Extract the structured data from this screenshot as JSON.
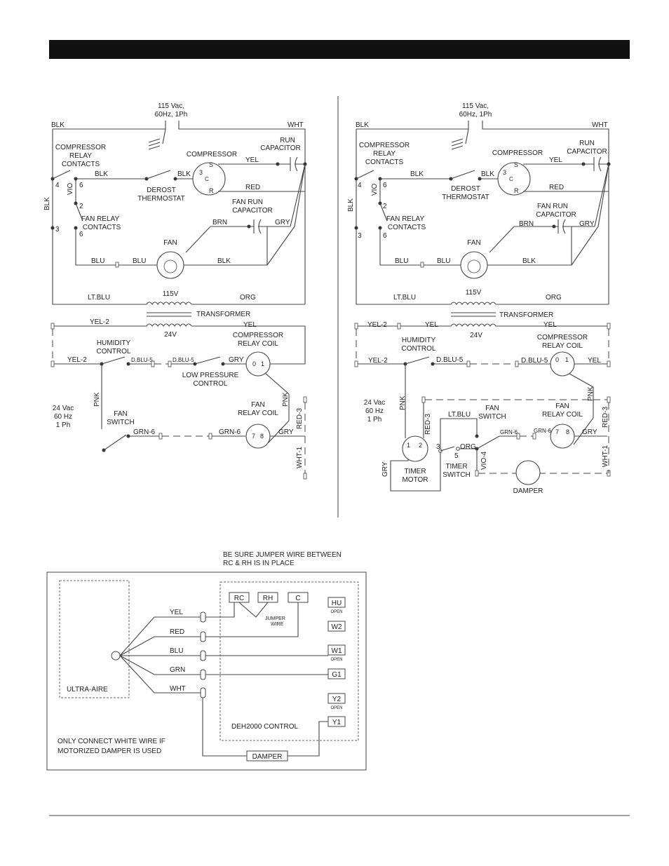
{
  "header_bar": {
    "color": "#111111",
    "text": ""
  },
  "diagram_left": {
    "supply": "115 Vac,",
    "supply2": "60Hz, 1Ph",
    "blk": "BLK",
    "wht": "WHT",
    "relay_contacts": [
      "COMPRESSOR",
      "RELAY",
      "CONTACTS"
    ],
    "compressor": "COMPRESSOR",
    "run_capacitor": [
      "RUN",
      "CAPACITOR"
    ],
    "derost_thermostat": [
      "DEROST",
      "THERMOSTAT"
    ],
    "fan_run_capacitor": [
      "FAN RUN",
      "CAPACITOR"
    ],
    "fan_relay_contacts": [
      "FAN RELAY",
      "CONTACTS"
    ],
    "fan": "FAN",
    "wires": {
      "blk": "BLK",
      "yel": "YEL",
      "red": "RED",
      "brn": "BRN",
      "gry": "GRY",
      "blu": "BLU",
      "vio": "VIO",
      "ltblu": "LT.BLU",
      "org": "ORG",
      "yel2": "YEL-2",
      "pnk": "PNK",
      "grn6": "GRN-6",
      "dblu5": "D.BLU-5",
      "red3": "RED-3",
      "wht1": "WHT-1"
    },
    "terminals": {
      "s": "S",
      "c": "C",
      "r": "R",
      "three": "3",
      "four": "4",
      "six": "6",
      "two": "2",
      "zero": "0",
      "one": "1",
      "seven": "7",
      "eight": "8"
    },
    "v115": "115V",
    "transformer": "TRANSFORMER",
    "v24": "24V",
    "humidity_control": [
      "HUMIDITY",
      "CONTROL"
    ],
    "compressor_relay_coil": [
      "COMPRESSOR",
      "RELAY COIL"
    ],
    "low_pressure_control": [
      "LOW PRESSURE",
      "CONTROL"
    ],
    "low_voltage": [
      "24 Vac",
      "60 Hz",
      "1 Ph"
    ],
    "fan_switch": [
      "FAN",
      "SWITCH"
    ],
    "fan_relay_coil": [
      "FAN",
      "RELAY COIL"
    ]
  },
  "diagram_right": {
    "ltblu": "LT.BLU",
    "fan_switch": [
      "FAN",
      "SWITCH"
    ],
    "timer_motor": [
      "TIMER",
      "MOTOR"
    ],
    "timer_switch": [
      "TIMER",
      "SWITCH"
    ],
    "org": "ORG",
    "vio4": "VIO-4",
    "damper": "DAMPER",
    "five": "5",
    "three": "3",
    "one": "1",
    "two": "2"
  },
  "control_diagram": {
    "note": [
      "BE SURE JUMPER WIRE BETWEEN",
      "RC & RH IS IN PLACE"
    ],
    "unit": "ULTRA-AIRE",
    "control": "DEH2000 CONTROL",
    "jumper": [
      "JUMPER",
      "WIRE"
    ],
    "wires": [
      "YEL",
      "RED",
      "BLU",
      "GRN",
      "WHT"
    ],
    "top_terminals": [
      "RC",
      "RH",
      "C"
    ],
    "side_terminals": [
      {
        "label": "HU",
        "note": "OPEN"
      },
      {
        "label": "W2",
        "note": ""
      },
      {
        "label": "W1",
        "note": "OPEN"
      },
      {
        "label": "G1",
        "note": ""
      },
      {
        "label": "Y2",
        "note": "OPEN"
      },
      {
        "label": "Y1",
        "note": ""
      }
    ],
    "damper": "DAMPER",
    "white_note": [
      "ONLY CONNECT WHITE WIRE IF",
      "MOTORIZED DAMPER IS USED"
    ]
  }
}
